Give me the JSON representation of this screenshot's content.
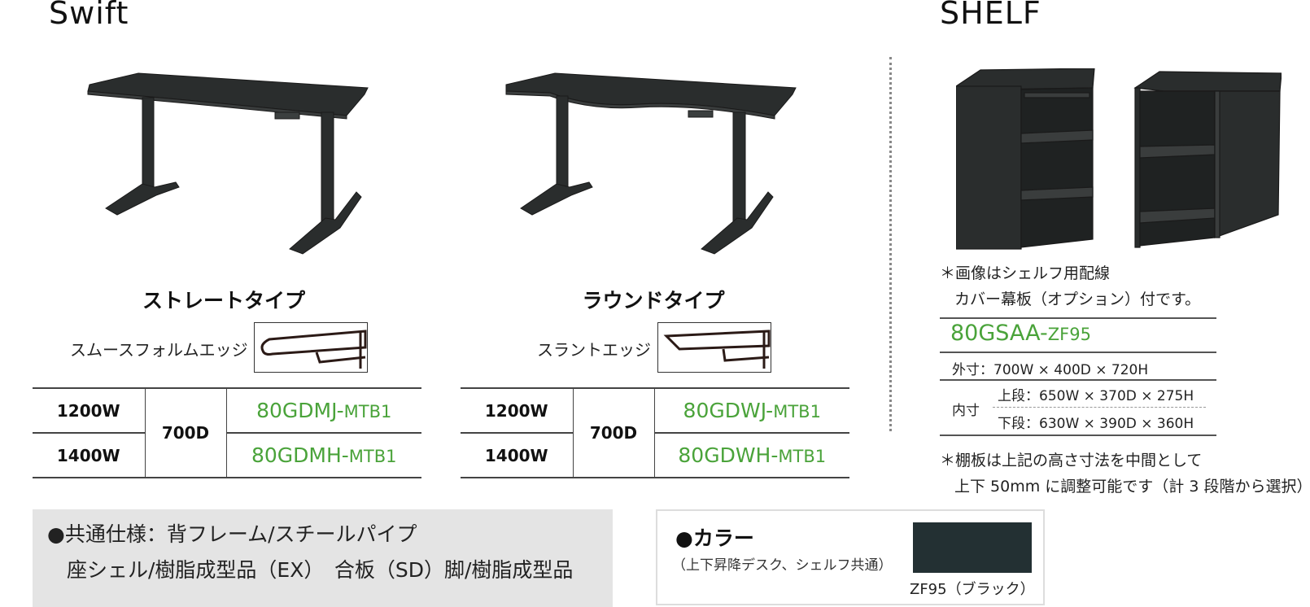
{
  "headings": {
    "swift": "Swift",
    "shelf": "SHELF"
  },
  "straight": {
    "title": "ストレートタイプ",
    "edge_label": "スムースフォルムエッジ",
    "rows": [
      {
        "width": "1200W",
        "code": "80GDMJ-",
        "suffix": "MTB1"
      },
      {
        "width": "1400W",
        "code": "80GDMH-",
        "suffix": "MTB1"
      }
    ],
    "depth": "700D"
  },
  "round": {
    "title": "ラウンドタイプ",
    "edge_label": "スラントエッジ",
    "rows": [
      {
        "width": "1200W",
        "code": "80GDWJ-",
        "suffix": "MTB1"
      },
      {
        "width": "1400W",
        "code": "80GDWH-",
        "suffix": "MTB1"
      }
    ],
    "depth": "700D"
  },
  "shelf": {
    "note_line1": "＊画像はシェルフ用配線",
    "note_line2": "カバー幕板（オプション）付です。",
    "code": "80GSAA-",
    "code_suffix": "ZF95",
    "outer_label": "外寸：700W × 400D × 720H",
    "inner_label": "内寸",
    "inner_upper": "上段：650W × 370D × 275H",
    "inner_lower": "下段：630W × 390D × 360H",
    "shelf_note_line1": "＊棚板は上記の高さ寸法を中間として",
    "shelf_note_line2": "上下 50mm に調整可能です（計 3 段階から選択）"
  },
  "common": {
    "line1": "●共通仕様：背フレーム/スチールパイプ",
    "line2": "座シェル/樹脂成型品（EX）　合板（SD）脚/樹脂成型品"
  },
  "color": {
    "title": "●カラー",
    "subtitle": "（上下昇降デスク、シェルフ共通）",
    "swatch_label": "ZF95（ブラック）",
    "swatch_hex": "#233033"
  }
}
